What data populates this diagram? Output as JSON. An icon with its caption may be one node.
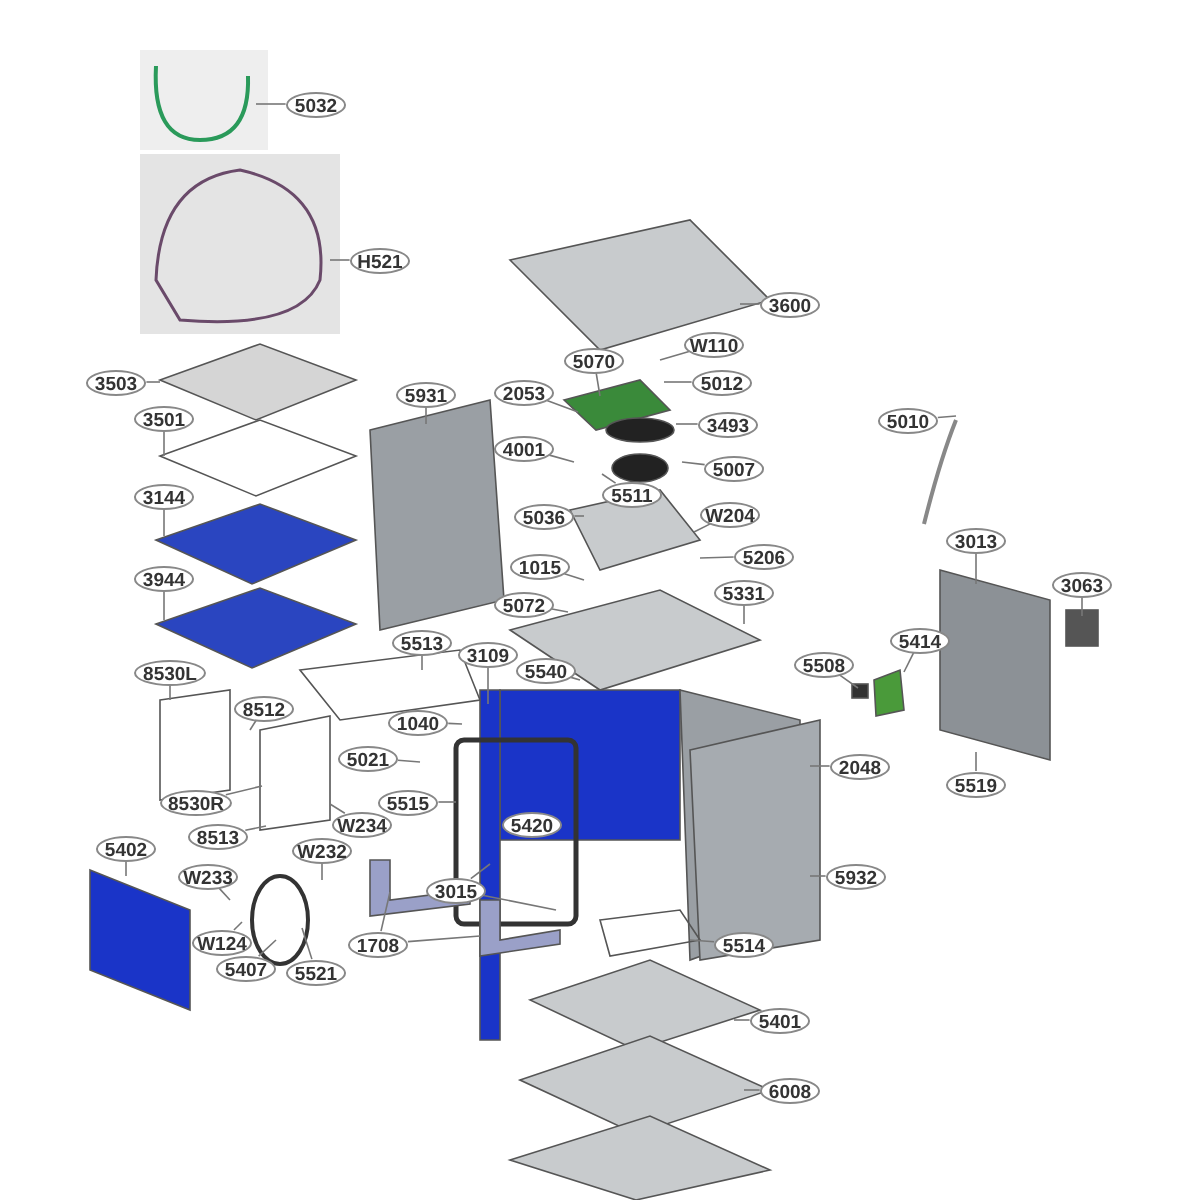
{
  "diagram": {
    "nodes": [
      {
        "text": [
          "5032"
        ]
      },
      {
        "text": [
          "H521"
        ]
      },
      {
        "text": [
          "3503"
        ]
      },
      {
        "text": [
          "5931"
        ]
      },
      {
        "text": [
          "5070"
        ]
      },
      {
        "text": [
          "2053"
        ]
      },
      {
        "text": [
          "5012"
        ]
      },
      {
        "text": [
          "W110"
        ]
      },
      {
        "text": [
          "3600"
        ]
      },
      {
        "text": [
          "3493"
        ]
      },
      {
        "text": [
          "3501"
        ]
      },
      {
        "text": [
          "4001"
        ]
      },
      {
        "text": [
          "5007"
        ]
      },
      {
        "text": [
          "5511"
        ]
      },
      {
        "text": [
          "W204"
        ]
      },
      {
        "text": [
          "5036"
        ]
      },
      {
        "text": [
          "5206"
        ]
      },
      {
        "text": [
          "3144"
        ]
      },
      {
        "text": [
          "1015"
        ]
      },
      {
        "text": [
          "3944"
        ]
      },
      {
        "text": [
          "5072"
        ]
      },
      {
        "text": [
          "5331"
        ]
      },
      {
        "text": [
          "5010"
        ]
      },
      {
        "text": [
          "3013"
        ]
      },
      {
        "text": [
          "3063"
        ]
      },
      {
        "text": [
          "5414"
        ]
      },
      {
        "text": [
          "5508"
        ]
      },
      {
        "text": [
          "5513"
        ]
      },
      {
        "text": [
          "3109"
        ]
      },
      {
        "text": [
          "5540"
        ]
      },
      {
        "text": [
          "8530L"
        ]
      },
      {
        "text": [
          "8512"
        ]
      },
      {
        "text": [
          "1040"
        ]
      },
      {
        "text": [
          "5021"
        ]
      },
      {
        "text": [
          "8530R"
        ]
      },
      {
        "text": [
          "W234"
        ]
      },
      {
        "text": [
          "5515"
        ]
      },
      {
        "text": [
          "5420"
        ]
      },
      {
        "text": [
          "2048"
        ]
      },
      {
        "text": [
          "8513"
        ]
      },
      {
        "text": [
          "W232"
        ]
      },
      {
        "text": [
          "5402"
        ]
      },
      {
        "text": [
          "W233"
        ]
      },
      {
        "text": [
          "3015"
        ]
      },
      {
        "text": [
          "W124"
        ]
      },
      {
        "text": [
          "5407"
        ]
      },
      {
        "text": [
          "5521"
        ]
      },
      {
        "text": [
          "1708"
        ]
      },
      {
        "text": [
          "5932"
        ]
      },
      {
        "text": [
          "5519"
        ]
      },
      {
        "text": [
          "5514"
        ]
      },
      {
        "text": [
          "5401"
        ]
      },
      {
        "text": [
          "6008"
        ]
      }
    ],
    "edges": [
      {
        "from": 0,
        "to": null,
        "arrow": "none"
      },
      {
        "from": 1,
        "to": null,
        "arrow": "none"
      },
      {
        "from": 2,
        "to": null,
        "arrow": "none"
      },
      {
        "from": 3,
        "to": null,
        "arrow": "none"
      },
      {
        "from": 4,
        "to": null,
        "arrow": "none"
      },
      {
        "from": 5,
        "to": null,
        "arrow": "none"
      },
      {
        "from": 6,
        "to": null,
        "arrow": "none"
      },
      {
        "from": 7,
        "to": null,
        "arrow": "none"
      },
      {
        "from": 8,
        "to": null,
        "arrow": "none"
      },
      {
        "from": 9,
        "to": null,
        "arrow": "none"
      },
      {
        "from": 10,
        "to": null,
        "arrow": "none"
      },
      {
        "from": 11,
        "to": null,
        "arrow": "none"
      },
      {
        "from": 12,
        "to": null,
        "arrow": "none"
      },
      {
        "from": 13,
        "to": null,
        "arrow": "none"
      },
      {
        "from": 14,
        "to": null,
        "arrow": "none"
      },
      {
        "from": 15,
        "to": null,
        "arrow": "none"
      },
      {
        "from": 16,
        "to": null,
        "arrow": "none"
      },
      {
        "from": 17,
        "to": null,
        "arrow": "none"
      },
      {
        "from": 18,
        "to": null,
        "arrow": "none"
      },
      {
        "from": 19,
        "to": null,
        "arrow": "none"
      },
      {
        "from": 20,
        "to": null,
        "arrow": "none"
      },
      {
        "from": 21,
        "to": null,
        "arrow": "none"
      },
      {
        "from": 22,
        "to": null,
        "arrow": "none"
      },
      {
        "from": 23,
        "to": null,
        "arrow": "none"
      },
      {
        "from": 24,
        "to": null,
        "arrow": "none"
      },
      {
        "from": 25,
        "to": null,
        "arrow": "none"
      },
      {
        "from": 26,
        "to": null,
        "arrow": "none"
      },
      {
        "from": 27,
        "to": null,
        "arrow": "none"
      },
      {
        "from": 28,
        "to": null,
        "arrow": "none"
      },
      {
        "from": 29,
        "to": null,
        "arrow": "none"
      },
      {
        "from": 30,
        "to": null,
        "arrow": "none"
      },
      {
        "from": 31,
        "to": null,
        "arrow": "none"
      },
      {
        "from": 32,
        "to": null,
        "arrow": "none"
      },
      {
        "from": 33,
        "to": null,
        "arrow": "none"
      },
      {
        "from": 34,
        "to": null,
        "arrow": "none"
      },
      {
        "from": 35,
        "to": null,
        "arrow": "none"
      },
      {
        "from": 36,
        "to": null,
        "arrow": "none"
      },
      {
        "from": 38,
        "to": null,
        "arrow": "none"
      },
      {
        "from": 39,
        "to": null,
        "arrow": "none"
      },
      {
        "from": 40,
        "to": null,
        "arrow": "none"
      },
      {
        "from": 41,
        "to": null,
        "arrow": "none"
      },
      {
        "from": 42,
        "to": null,
        "arrow": "none"
      },
      {
        "from": 43,
        "to": null,
        "arrow": "none"
      },
      {
        "from": 43,
        "to": null,
        "arrow": "none"
      },
      {
        "from": 44,
        "to": null,
        "arrow": "none"
      },
      {
        "from": 45,
        "to": null,
        "arrow": "none"
      },
      {
        "from": 46,
        "to": null,
        "arrow": "none"
      },
      {
        "from": 47,
        "to": null,
        "arrow": "none"
      },
      {
        "from": 47,
        "to": null,
        "arrow": "none"
      },
      {
        "from": 48,
        "to": null,
        "arrow": "none"
      },
      {
        "from": 49,
        "to": null,
        "arrow": "none"
      },
      {
        "from": 50,
        "to": null,
        "arrow": "none"
      },
      {
        "from": 51,
        "to": null,
        "arrow": "none"
      },
      {
        "from": 52,
        "to": null,
        "arrow": "none"
      }
    ]
  }
}
